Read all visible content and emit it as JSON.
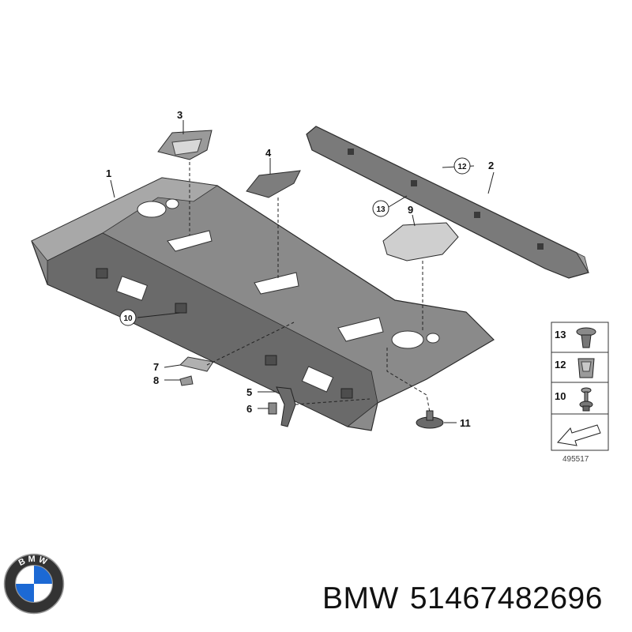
{
  "diagram": {
    "callouts": {
      "c1": "1",
      "c2": "2",
      "c3": "3",
      "c4": "4",
      "c5": "5",
      "c6": "6",
      "c7": "7",
      "c8": "8",
      "c9": "9",
      "c10": "10",
      "c11": "11",
      "c12": "12",
      "c13": "13"
    },
    "legend": {
      "items": [
        "13",
        "12",
        "10"
      ]
    },
    "reference_number": "495517"
  },
  "logo": {
    "letters": "BMW",
    "colors": {
      "blue": "#1c69d4",
      "white": "#ffffff",
      "ring": "#111111"
    }
  },
  "footer": {
    "brand": "BMW",
    "part_number": "51467482696"
  },
  "colors": {
    "part_fill": "#8c8c8c",
    "part_dark": "#5f5f5f",
    "part_light": "#c4c4c4",
    "line": "#222222"
  }
}
